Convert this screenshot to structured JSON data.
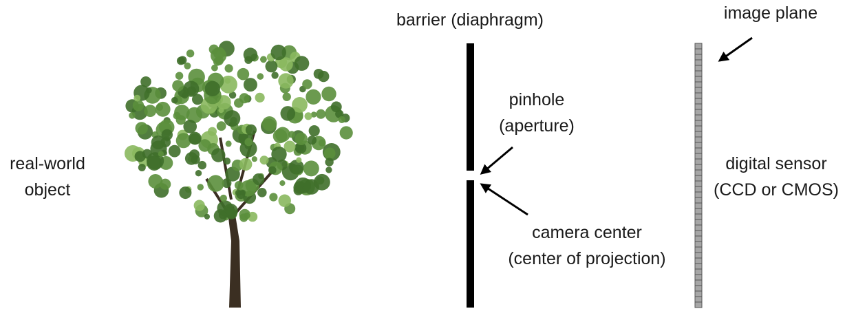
{
  "labels": {
    "object": [
      "real-world",
      "object"
    ],
    "barrier": "barrier (diaphragm)",
    "pinhole": [
      "pinhole",
      "(aperture)"
    ],
    "camera_center": [
      "camera center",
      "(center of projection)"
    ],
    "image_plane": "image plane",
    "sensor": [
      "digital sensor",
      "(CCD or CMOS)"
    ]
  },
  "colors": {
    "text": "#1a1a1a",
    "barrier": "#000000",
    "sensor_fill": "#a6a6a6",
    "sensor_line": "#555555",
    "arrow": "#000000",
    "foliage_dark": "#3f6f2a",
    "foliage_mid": "#5b8f3c",
    "foliage_light": "#8ab85e",
    "trunk": "#3b2f22"
  },
  "icons": {
    "tree": "tree-illustration",
    "arrows": "arrow-icon"
  }
}
